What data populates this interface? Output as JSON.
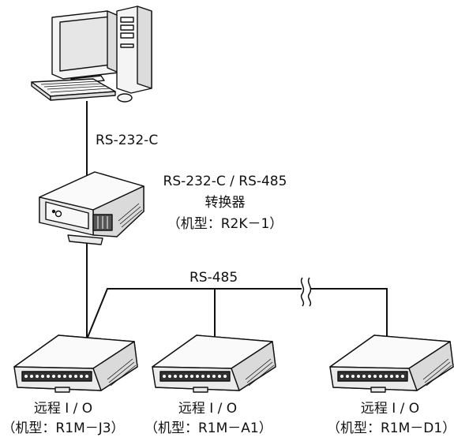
{
  "links": {
    "pc_link": "RS-232-C",
    "bus": "RS-485"
  },
  "converter": {
    "line1": "RS-232-C / RS-485",
    "line2": "转换器",
    "line3": "（机型：R2K－1）"
  },
  "modules": [
    {
      "name": "远程 I / O",
      "model": "（机型：R1M－J3）"
    },
    {
      "name": "远程 I / O",
      "model": "（机型：R1M－A1）"
    },
    {
      "name": "远程 I / O",
      "model": "（机型：R1M－D1）"
    }
  ],
  "colors": {
    "line": "#111111",
    "body": "#f4f4f4",
    "shade": "#d8d8d8"
  }
}
